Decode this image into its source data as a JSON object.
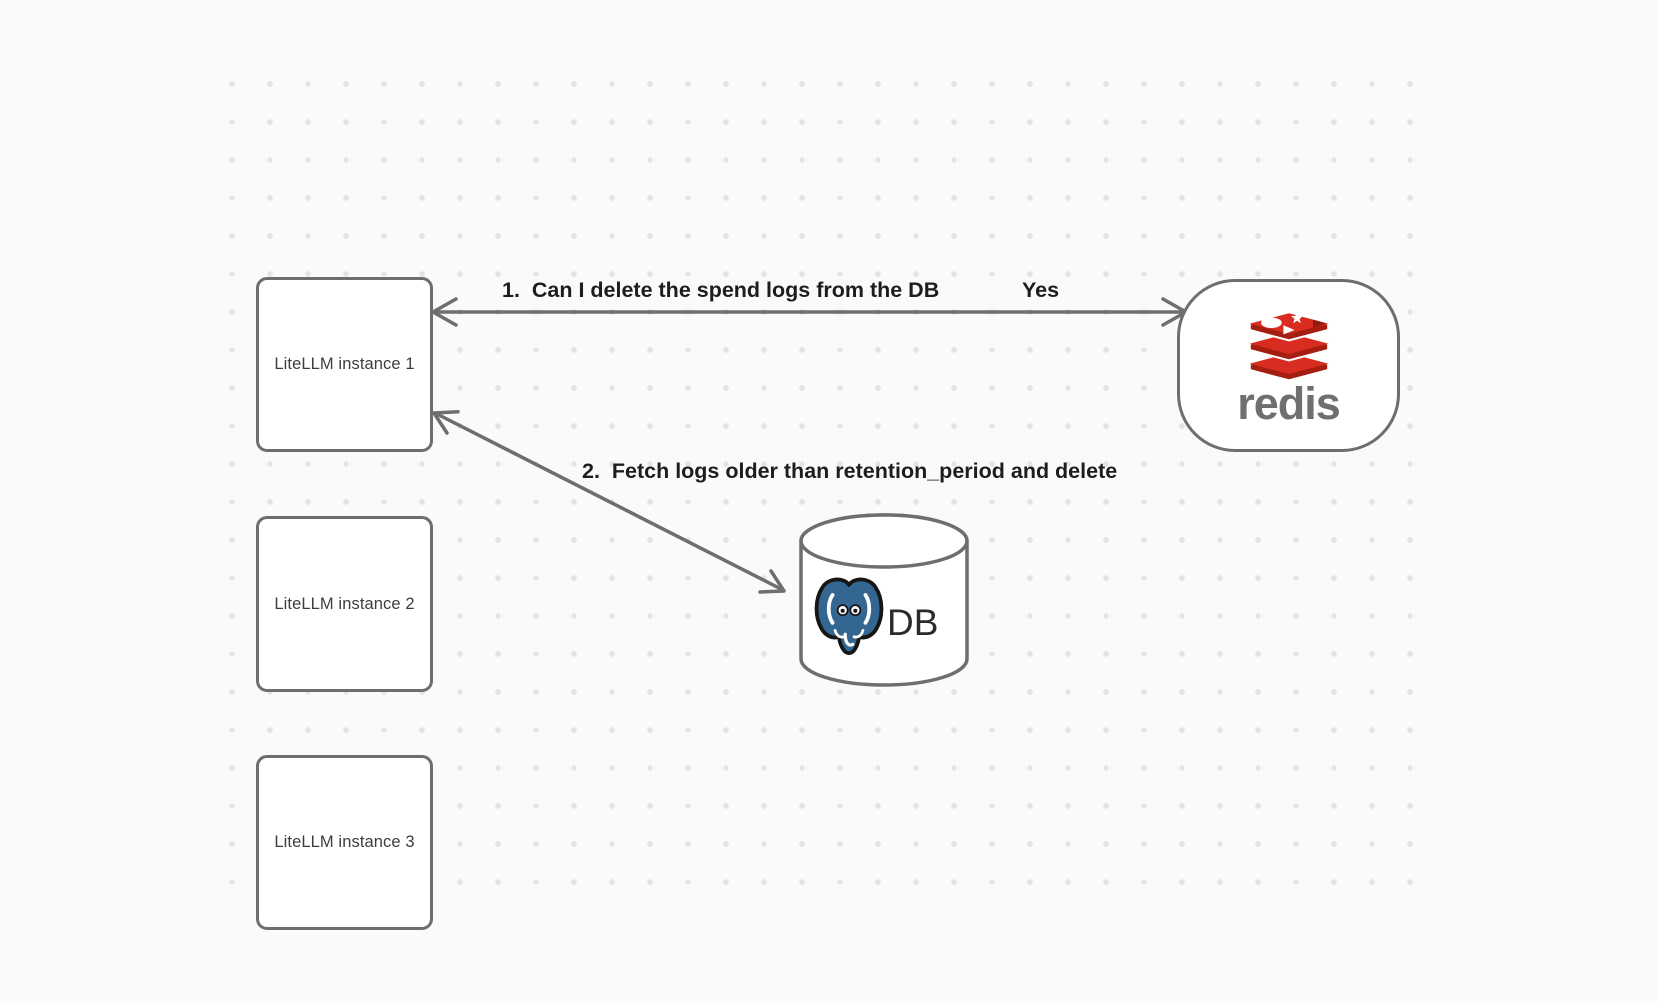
{
  "diagram": {
    "nodes": {
      "instances": [
        {
          "label": "LiteLLM instance 1"
        },
        {
          "label": "LiteLLM instance 2"
        },
        {
          "label": "LiteLLM instance 3"
        }
      ],
      "redis": {
        "wordmark": "redis",
        "icon": "redis-cube-logo"
      },
      "db": {
        "label": "DB",
        "icon": "postgresql-elephant-logo",
        "shape": "database-cylinder"
      }
    },
    "arrows": [
      {
        "label": "1.  Can I delete the spend logs from the DB",
        "response": "Yes",
        "from": "LiteLLM instance 1",
        "to": "redis",
        "heads": "both"
      },
      {
        "label": "2.  Fetch logs older than retention_period and delete",
        "from": "LiteLLM instance 1",
        "to": "DB",
        "heads": "both"
      }
    ]
  },
  "colors": {
    "canvas_bg": "#fafaf9",
    "grid_dot": "#e3e3e3",
    "stroke": "#6e6e6e",
    "fill": "#ffffff",
    "label_text": "#1d1d1d",
    "node_text": "#3d3d3d",
    "redis_top": "#d82c20",
    "redis_side": "#a41e11",
    "redis_notch": "#8f1b12",
    "redis_word": "#6d6f70",
    "pg_blue": "#336791",
    "pg_outline": "#161616",
    "db_text": "#2b2b2b"
  }
}
